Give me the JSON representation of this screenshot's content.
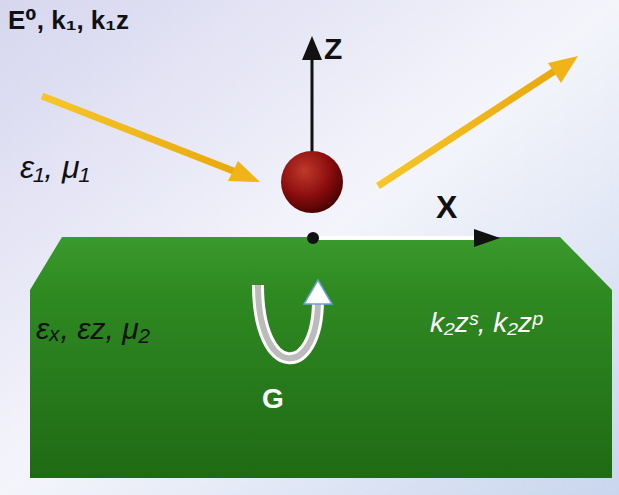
{
  "diagram": {
    "labels": [
      "E⁰, k₁, k₁z",
      "Z",
      "X",
      "ε₁, μ₁",
      "εₓ, εz, μ₂",
      "G",
      "k₂zˢ, k₂zᵖ"
    ]
  }
}
